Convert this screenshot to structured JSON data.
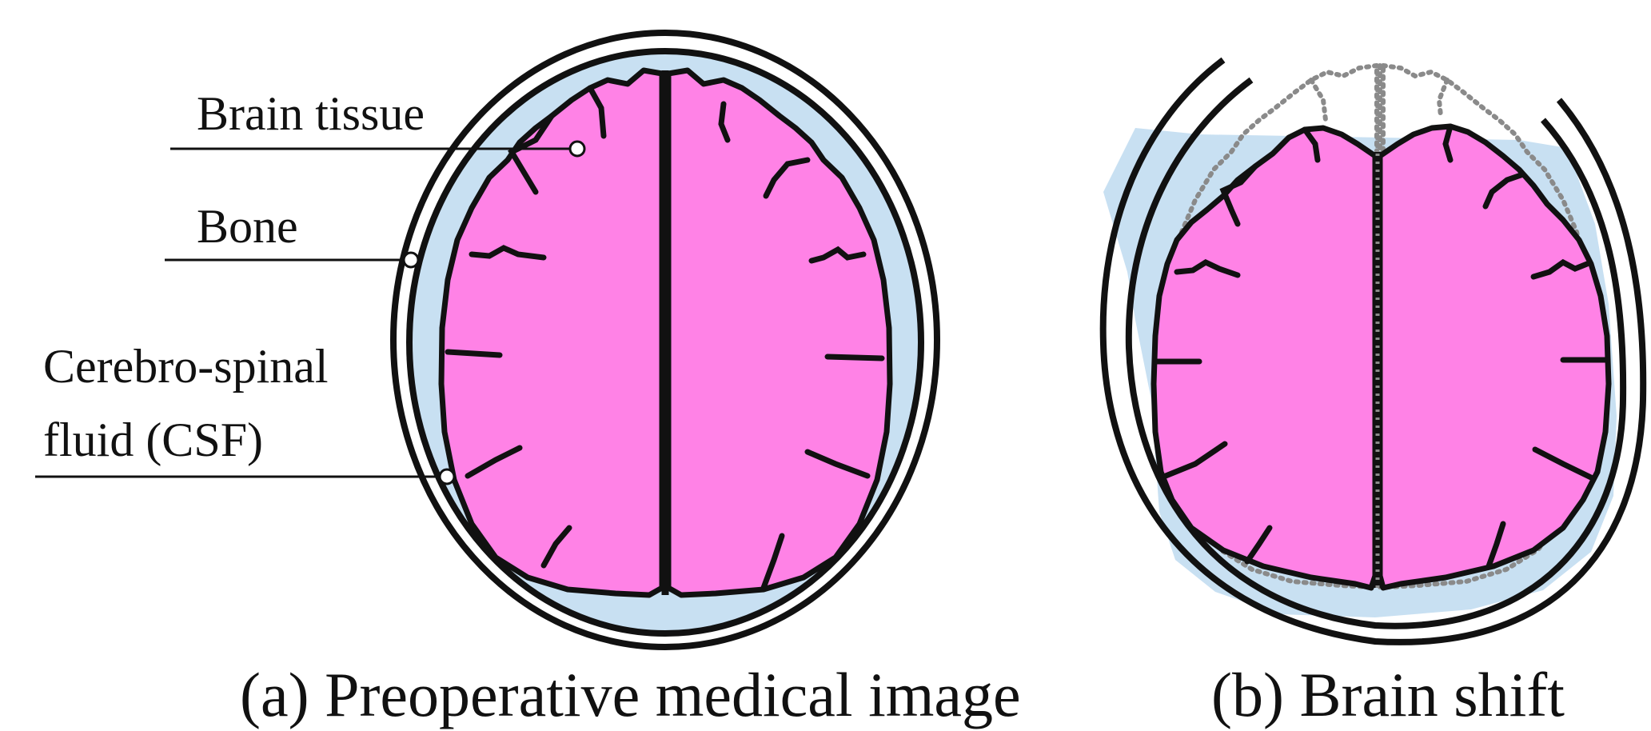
{
  "labels": {
    "brain_tissue": "Brain tissue",
    "bone": "Bone",
    "csf_line1": "Cerebro-spinal",
    "csf_line2": "fluid (CSF)"
  },
  "captions": {
    "a": "(a) Preoperative medical image",
    "b": "(b) Brain shift"
  },
  "colors": {
    "brain": "#ff82e6",
    "csf": "#c8e0f2",
    "outline": "#111111",
    "dotted_outline": "#8a8a8a"
  }
}
